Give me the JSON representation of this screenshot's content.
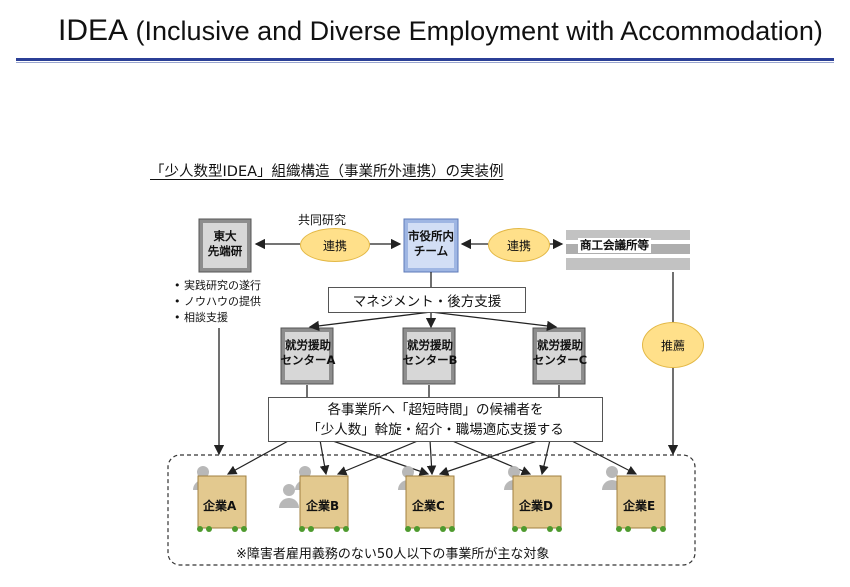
{
  "header": {
    "title_main": "IDEA",
    "title_sub": "(Inclusive and Diverse Employment with Accommodation)"
  },
  "subtitle": "「少人数型IDEA」組織構造（事業所外連携）の実装例",
  "nodes": {
    "todai": "東大\n先端研",
    "city": "市役所内\nチーム",
    "chamber": "商工会議所等",
    "center_a": "就労援助\nセンターA",
    "center_b": "就労援助\nセンターB",
    "center_c": "就労援助\nセンターC"
  },
  "labels": {
    "joint_research": "共同研究",
    "renkei_left": "連携",
    "renkei_right": "連携",
    "recommend": "推薦",
    "management": "マネジメント・後方支援",
    "support_line1": "各事業所へ「超短時間」の候補者を",
    "support_line2": "「少人数」斡旋・紹介・職場適応支援する",
    "note": "※障害者雇用義務のない50人以下の事業所が主な対象"
  },
  "bullets": [
    "実践研究の遂行",
    "ノウハウの提供",
    "相談支援"
  ],
  "companies": [
    "企業A",
    "企業B",
    "企業C",
    "企業D",
    "企業E"
  ],
  "colors": {
    "accent_rule": "#2b3f96",
    "oval_fill": "#ffe08a",
    "building_gray": "#8d8d8d",
    "building_blue": "#9fb6e3",
    "company_fill": "#e3c98f",
    "green_dot": "#4e9a2e"
  }
}
